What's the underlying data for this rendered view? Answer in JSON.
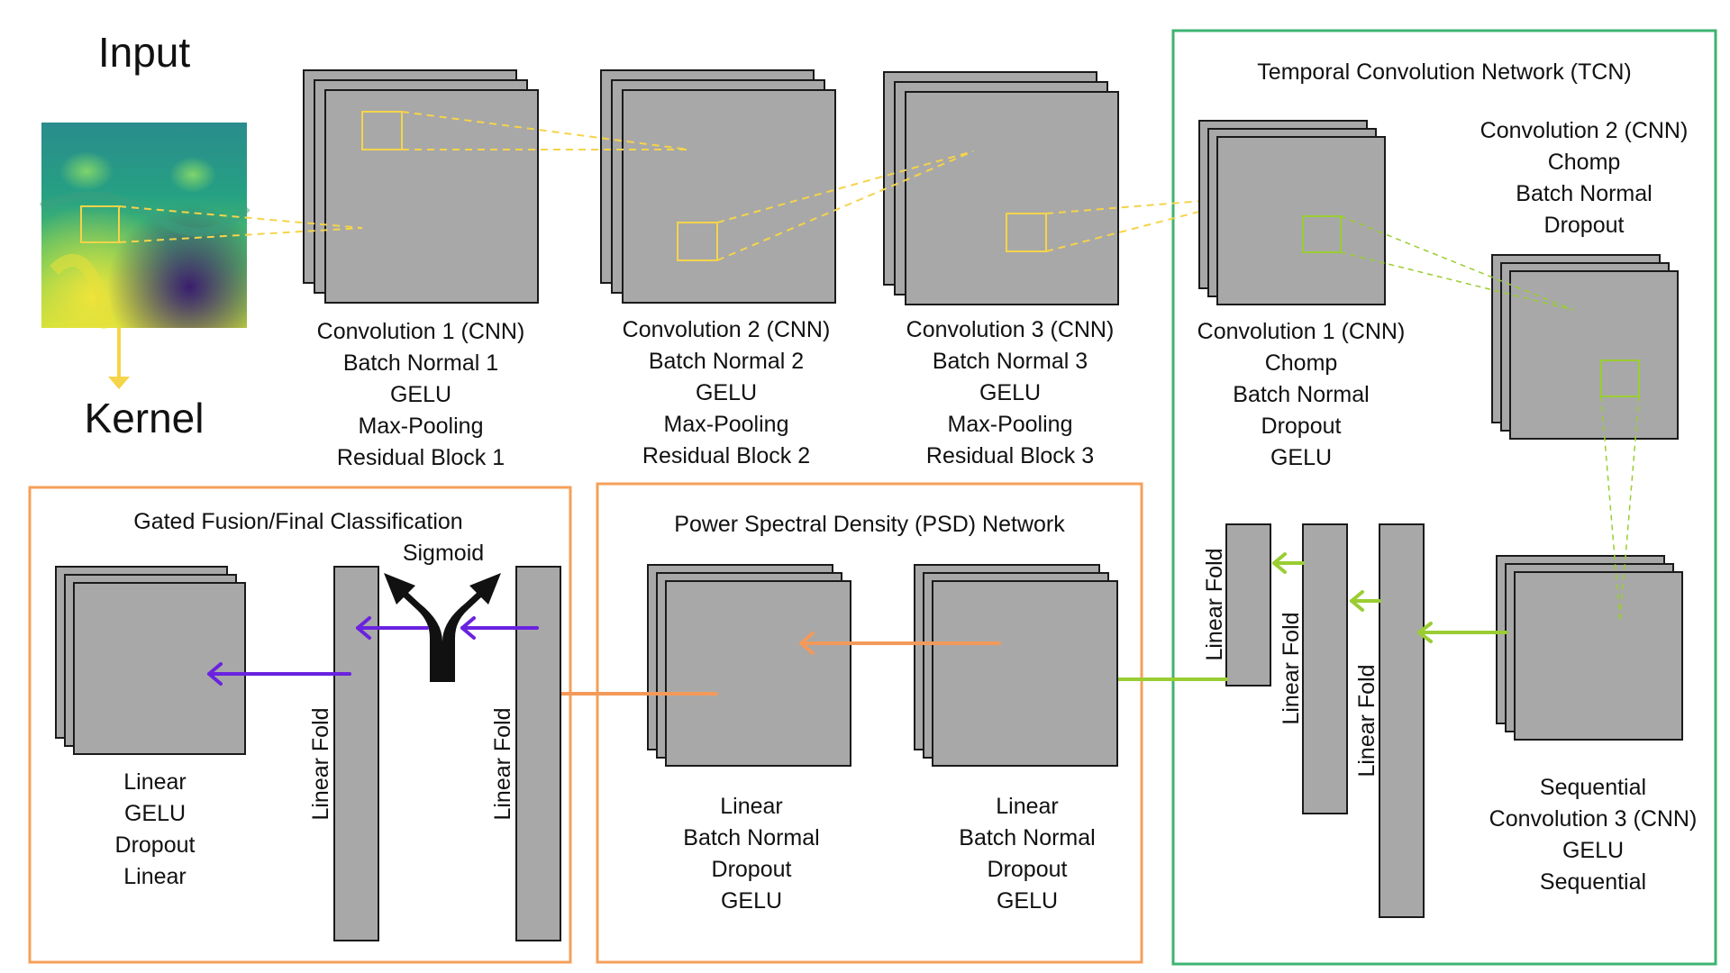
{
  "colors": {
    "block_fill": "#a8a8a8",
    "block_stroke": "#1a1a1a",
    "tcn_border": "#3cb371",
    "orange_border": "#f5a05a",
    "yellow_link": "#f5d44a",
    "green_link": "#9acd32",
    "orange_arrow": "#f39a5a",
    "purple_arrow": "#6a22e0",
    "black": "#111111"
  },
  "input": {
    "title": "Input",
    "kernel_label": "Kernel"
  },
  "conv_blocks": [
    {
      "lines": [
        "Convolution 1 (CNN)",
        "Batch Normal 1",
        "GELU",
        "Max-Pooling",
        "Residual Block 1"
      ]
    },
    {
      "lines": [
        "Convolution 2 (CNN)",
        "Batch Normal 2",
        "GELU",
        "Max-Pooling",
        "Residual Block 2"
      ]
    },
    {
      "lines": [
        "Convolution 3 (CNN)",
        "Batch Normal 3",
        "GELU",
        "Max-Pooling",
        "Residual Block 3"
      ]
    }
  ],
  "tcn": {
    "title": "Temporal Convolution Network (TCN)",
    "conv1_lines": [
      "Convolution 1 (CNN)",
      "Chomp",
      "Batch Normal",
      "Dropout",
      "GELU"
    ],
    "conv2_lines": [
      "Convolution 2 (CNN)",
      "Chomp",
      "Batch Normal",
      "Dropout"
    ],
    "conv3_lines": [
      "Sequential",
      "Convolution 3 (CNN)",
      "GELU",
      "Sequential"
    ],
    "fold_labels": [
      "Linear Fold",
      "Linear Fold",
      "Linear Fold"
    ]
  },
  "psd": {
    "title": "Power Spectral Density (PSD) Network",
    "left_lines": [
      "Linear",
      "Batch Normal",
      "Dropout",
      "GELU"
    ],
    "right_lines": [
      "Linear",
      "Batch Normal",
      "Dropout",
      "GELU"
    ]
  },
  "fusion": {
    "title": "Gated Fusion/Final Classification",
    "sigmoid_label": "Sigmoid",
    "stack_lines": [
      "Linear",
      "GELU",
      "Dropout",
      "Linear"
    ],
    "fold_labels": [
      "Linear Fold",
      "Linear Fold"
    ]
  }
}
